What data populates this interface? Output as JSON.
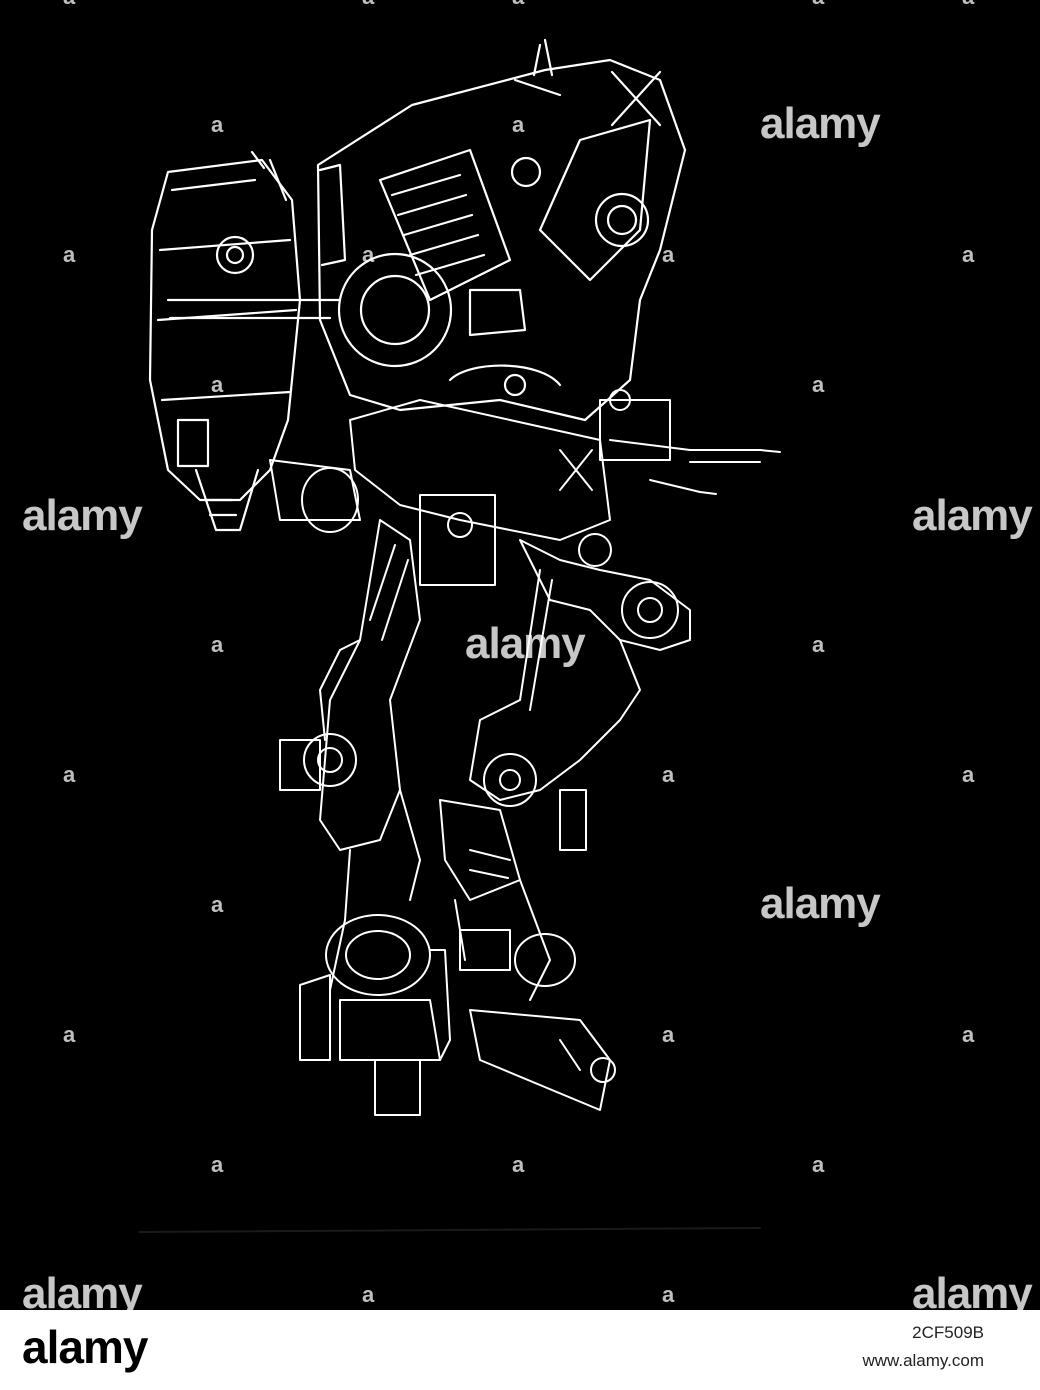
{
  "image": {
    "subject": "Line drawing of a two-legged walking mech robot, white outlines on black",
    "background_color": "#000000",
    "line_color": "#ffffff"
  },
  "watermark": {
    "word": "alamy",
    "letter": "a"
  },
  "footer": {
    "logo": "alamy",
    "image_id": "2CF509B",
    "url": "www.alamy.com"
  }
}
